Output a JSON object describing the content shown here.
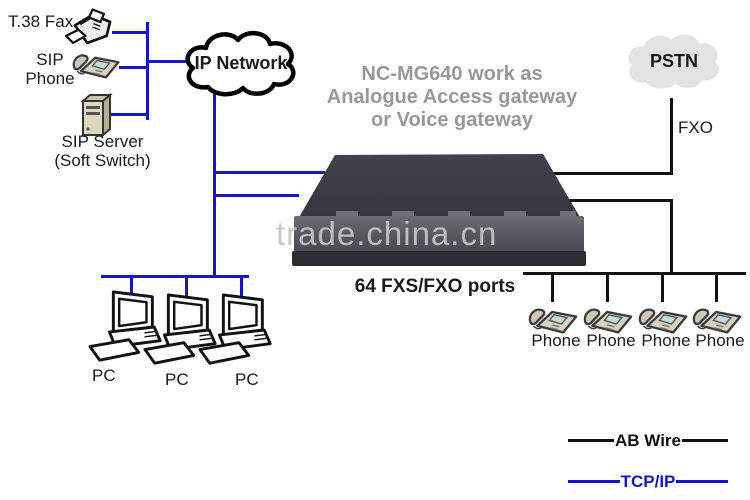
{
  "colors": {
    "wire_tcpip_blue": "#1515cc",
    "wire_ab_black": "#121212",
    "title_gray": "#97989c",
    "watermark_gray": "#c6c6c6",
    "pstn_cloud_gray": "#e3e3e3",
    "device_top": "#3c3c47",
    "device_front": "#55555e"
  },
  "labels": {
    "t38_fax": "T.38 Fax",
    "sip_phone_line1": "SIP",
    "sip_phone_line2": "Phone",
    "sip_server_line1": "SIP Server",
    "sip_server_line2": "(Soft Switch)",
    "ip_network": "IP Network",
    "pstn": "PSTN",
    "fxo": "FXO",
    "ports": "64 FXS/FXO ports"
  },
  "gateway_title": {
    "line1": "NC-MG640 work as",
    "line2": "Analogue Access gateway",
    "line3": "or Voice gateway"
  },
  "watermark": "trade.china.cn",
  "pcs": [
    {
      "label": "PC"
    },
    {
      "label": "PC"
    },
    {
      "label": "PC"
    }
  ],
  "phones": [
    {
      "label": "Phone"
    },
    {
      "label": "Phone"
    },
    {
      "label": "Phone"
    },
    {
      "label": "Phone"
    }
  ],
  "legend": {
    "ab_wire": "AB Wire",
    "tcp_ip": "TCP/IP"
  }
}
